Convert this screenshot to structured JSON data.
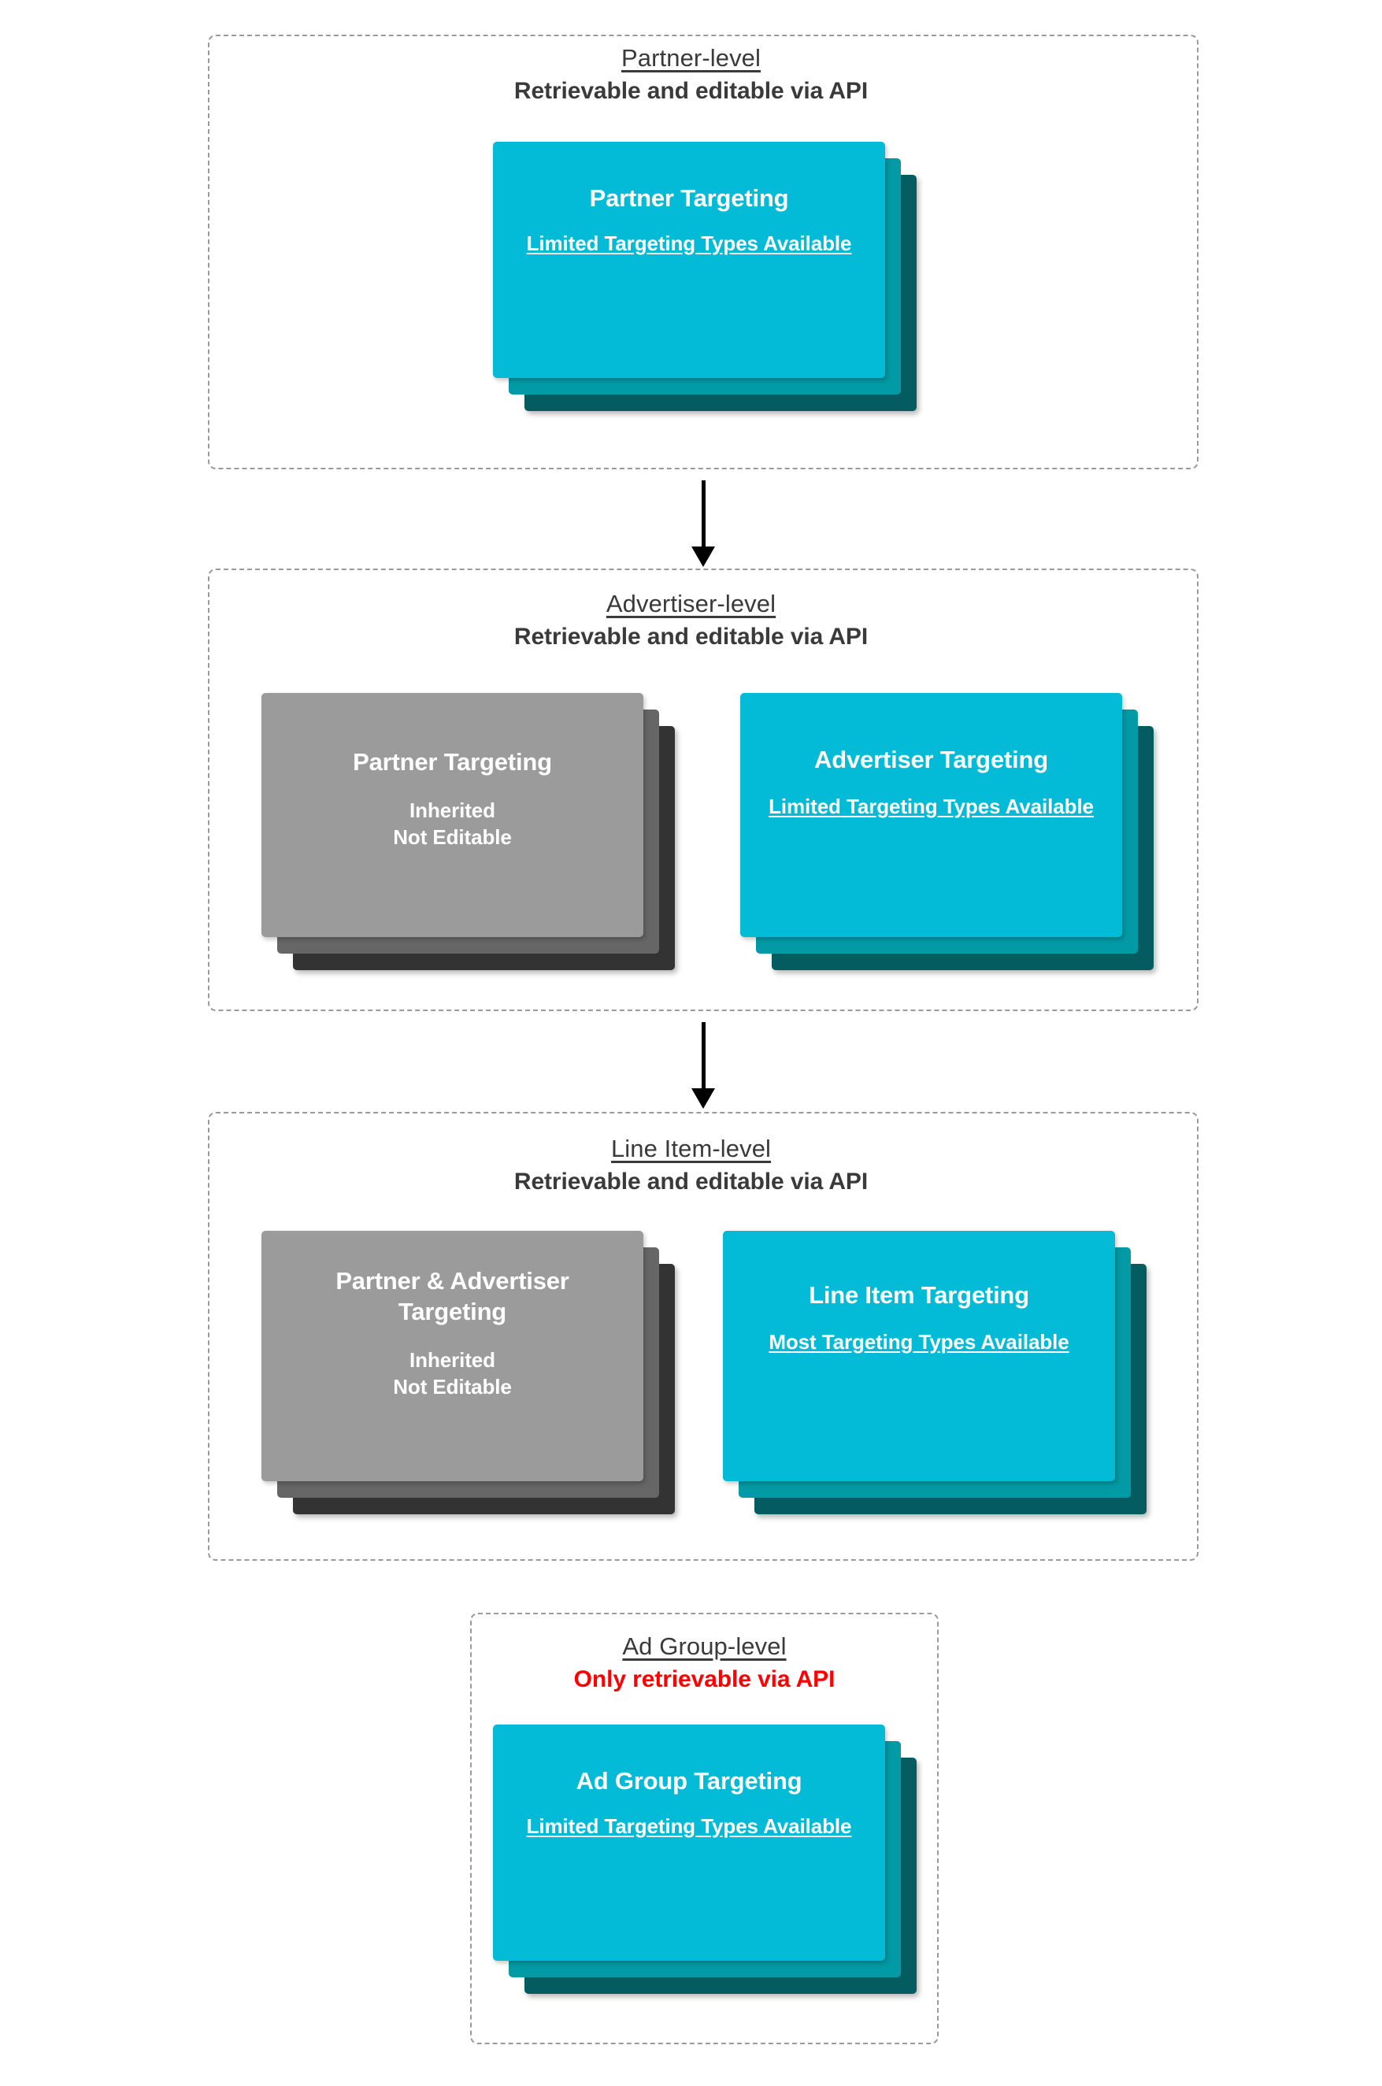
{
  "colors": {
    "cyan_front": "#04bbd7",
    "cyan_mid": "#029aa5",
    "cyan_back": "#045c60",
    "gray_front": "#9b9b9b",
    "gray_mid": "#666666",
    "gray_back": "#333333",
    "heading_text": "#3a3a3a",
    "alert_text": "#ff0000",
    "border_dashed": "#9a9a9a",
    "arrow": "#000000"
  },
  "levels": [
    {
      "title": "Partner-level",
      "subtitle": "Retrievable and editable via API",
      "cards": [
        {
          "title": "Partner Targeting",
          "note": "Limited Targeting Types Available",
          "note_underlined": true,
          "color": "cyan"
        }
      ]
    },
    {
      "title": "Advertiser-level",
      "subtitle": "Retrievable and editable via API",
      "cards": [
        {
          "title": "Partner Targeting",
          "note": "Inherited\nNot Editable",
          "note_underlined": false,
          "color": "gray"
        },
        {
          "title": "Advertiser Targeting",
          "note": "Limited Targeting Types Available",
          "note_underlined": true,
          "color": "cyan"
        }
      ]
    },
    {
      "title": "Line Item-level",
      "subtitle": "Retrievable and editable via API",
      "cards": [
        {
          "title": "Partner & Advertiser Targeting",
          "note": "Inherited\nNot Editable",
          "note_underlined": false,
          "color": "gray"
        },
        {
          "title": "Line Item Targeting",
          "note": "Most Targeting Types Available",
          "note_underlined": true,
          "color": "cyan"
        }
      ]
    },
    {
      "title": "Ad Group-level",
      "subtitle": "Only retrievable via API",
      "subtitle_alert": true,
      "cards": [
        {
          "title": "Ad Group Targeting",
          "note": "Limited Targeting Types Available",
          "note_underlined": true,
          "color": "cyan"
        }
      ]
    }
  ],
  "connectors": [
    {
      "from": "Partner-level",
      "to": "Advertiser-level"
    },
    {
      "from": "Advertiser-level",
      "to": "Line Item-level"
    }
  ]
}
